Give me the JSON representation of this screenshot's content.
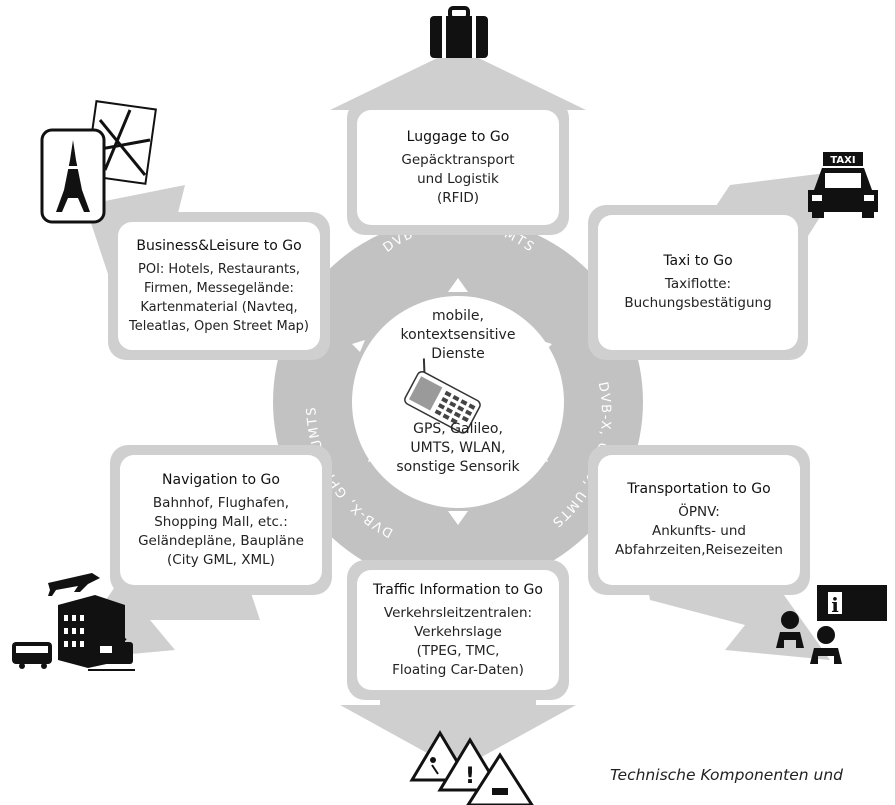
{
  "ring": {
    "top": "DVB-X, GPRS, UMTS",
    "right": "DVB-X, GPRS, UMTS",
    "left": "DVB-X, GPRS, UMTS"
  },
  "center": {
    "top_lines": [
      "mobile,",
      "kontextsensitive",
      "Dienste"
    ],
    "bottom_lines": [
      "GPS, Galileo,",
      "UMTS, WLAN,",
      "sonstige Sensorik"
    ]
  },
  "boxes": {
    "luggage": {
      "title": "Luggage to Go",
      "lines": [
        "Gepäcktransport",
        "und Logistik",
        "(RFID)"
      ]
    },
    "taxi": {
      "title": "Taxi to Go",
      "lines": [
        "Taxiflotte:",
        "Buchungsbestätigung"
      ]
    },
    "transportation": {
      "title": "Transportation to Go",
      "lines": [
        "ÖPNV:",
        "Ankunfts- und",
        "Abfahrzeiten,Reisezeiten"
      ]
    },
    "traffic": {
      "title": "Traffic Information to Go",
      "lines": [
        "Verkehrsleitzentralen:",
        "Verkehrslage",
        "(TPEG, TMC,",
        "Floating Car-Daten)"
      ]
    },
    "navigation": {
      "title": "Navigation to Go",
      "lines": [
        "Bahnhof, Flughafen,",
        "Shopping Mall, etc.:",
        "Geländepläne, Baupläne",
        "(City GML, XML)"
      ]
    },
    "business": {
      "title": "Business&Leisure to Go",
      "lines": [
        "POI: Hotels, Restaurants,",
        "Firmen, Messegelände:",
        "Kartenmaterial (Navteq,",
        "Teleatlas, Open Street Map)"
      ]
    }
  },
  "icons": {
    "taxi_sign": "TAXI",
    "info_sign": "i"
  },
  "caption": "Technische Komponenten und"
}
